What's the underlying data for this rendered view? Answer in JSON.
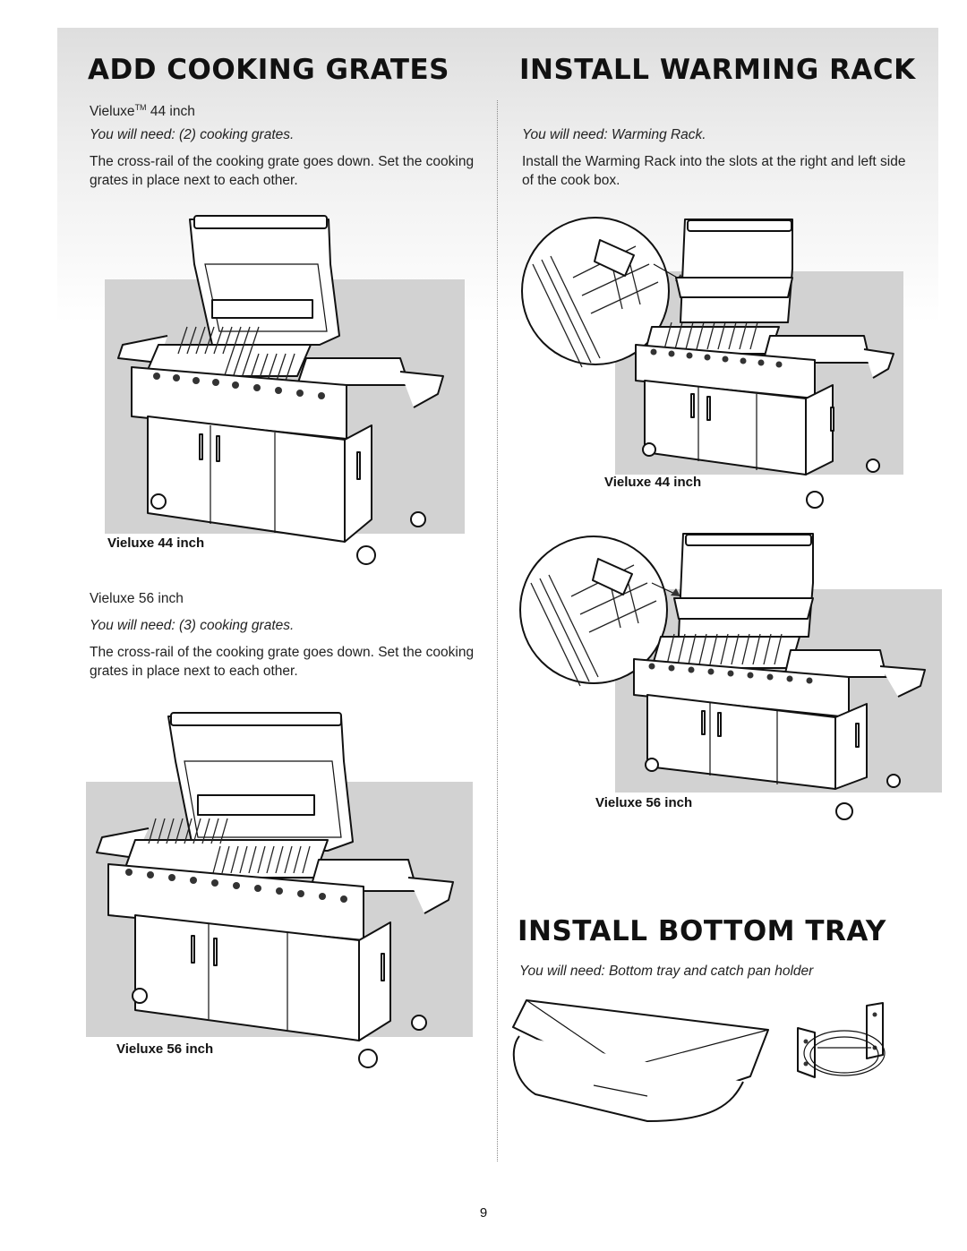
{
  "page_number": "9",
  "cooking_grates": {
    "heading": "ADD COOKING GRATES",
    "model_44_intro": "Vieluxe",
    "model_44_tm": "TM",
    "model_44_size": " 44 inch",
    "need_44": "You will need: (2) cooking grates.",
    "instructions_44": "The cross-rail of the cooking grate goes down. Set the cooking grates in place next to each other.",
    "caption_44": "Vieluxe 44 inch",
    "model_56": "Vieluxe 56 inch",
    "need_56": "You will need: (3) cooking grates.",
    "instructions_56": "The cross-rail of the cooking grate goes down. Set the cooking grates in place next to each other.",
    "caption_56": "Vieluxe 56 inch"
  },
  "warming_rack": {
    "heading": "INSTALL WARMING RACK",
    "need": "You will need: Warming Rack.",
    "instructions": "Install the Warming Rack into the slots at the right and left side of the cook box.",
    "caption_44": "Vieluxe 44 inch",
    "caption_56": "Vieluxe 56 inch"
  },
  "bottom_tray": {
    "heading": "INSTALL BOTTOM TRAY",
    "need": "You will need: Bottom tray and catch pan holder"
  }
}
